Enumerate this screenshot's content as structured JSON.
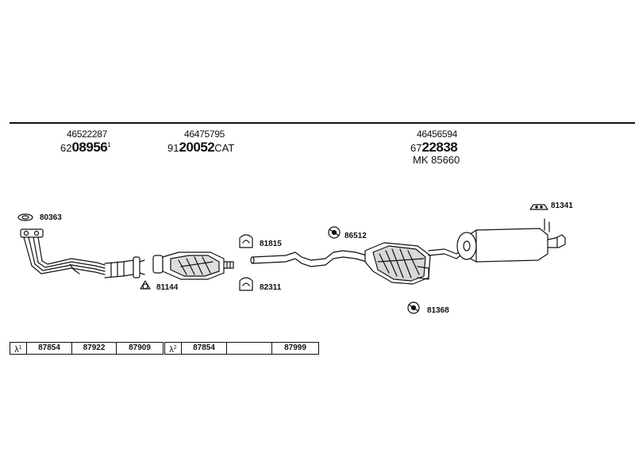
{
  "groups": [
    {
      "oem": "46522287",
      "part_prefix": "62",
      "part_bold": "08956",
      "part_sup": "1",
      "part_suffix": ""
    },
    {
      "oem": "46475795",
      "part_prefix": "91",
      "part_bold": "20052",
      "part_sup": "",
      "part_suffix": "CAT"
    },
    {
      "oem": "46456594",
      "part_prefix": "67",
      "part_bold": "22838",
      "part_sup": "",
      "part_suffix": "",
      "extra": "MK  85660"
    }
  ],
  "parts": {
    "gasket_front": "80363",
    "seal_ring": "81144",
    "clamp_a": "81815",
    "clamp_b": "82311",
    "rubber_a": "86512",
    "rubber_b": "81368",
    "hanger": "81341"
  },
  "table1": {
    "lambda": "λ",
    "sup": "1",
    "cells": [
      "87854",
      "87922",
      "87909"
    ]
  },
  "table2": {
    "lambda": "λ",
    "sup": "2",
    "cells": [
      "87854",
      "",
      "87999"
    ]
  }
}
